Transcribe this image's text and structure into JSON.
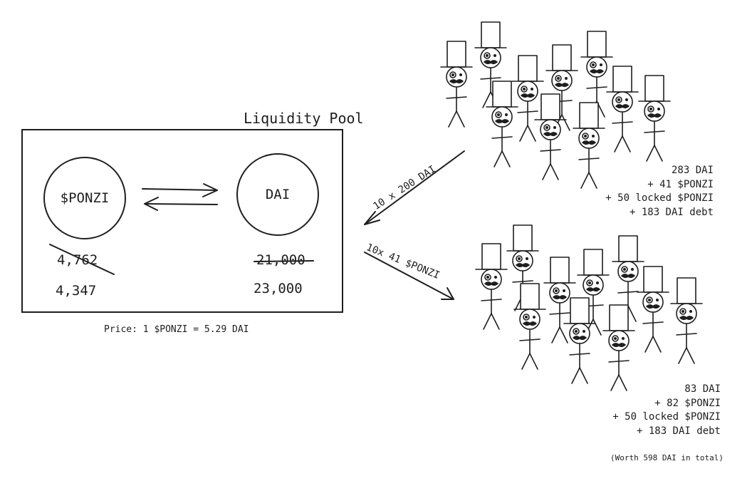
{
  "pool": {
    "title": "Liquidity Pool",
    "left_token": "$PONZI",
    "right_token": "DAI",
    "left_old": "4,762",
    "left_new": "4,347",
    "right_old": "21,000",
    "right_new": "23,000",
    "price": "Price: 1 $PONZI = 5.29 DAI"
  },
  "flows": {
    "incoming": "10 x 200 DAI",
    "outgoing": "10x 41 $PONZI"
  },
  "top_group": {
    "lines": [
      "283 DAI",
      "+ 41 $PONZI",
      "+ 50 locked $PONZI",
      "+ 183 DAI debt"
    ],
    "people_count": 10
  },
  "bottom_group": {
    "lines": [
      "83 DAI",
      "+ 82 $PONZI",
      "+ 50 locked $PONZI",
      "+ 183 DAI debt"
    ],
    "total": "(Worth 598 DAI in total)",
    "people_count": 10
  },
  "icons": {
    "figure": "top-hat-monocle-figure-icon",
    "swap_arrows": "swap-arrows-icon",
    "arrow": "arrow-icon"
  }
}
